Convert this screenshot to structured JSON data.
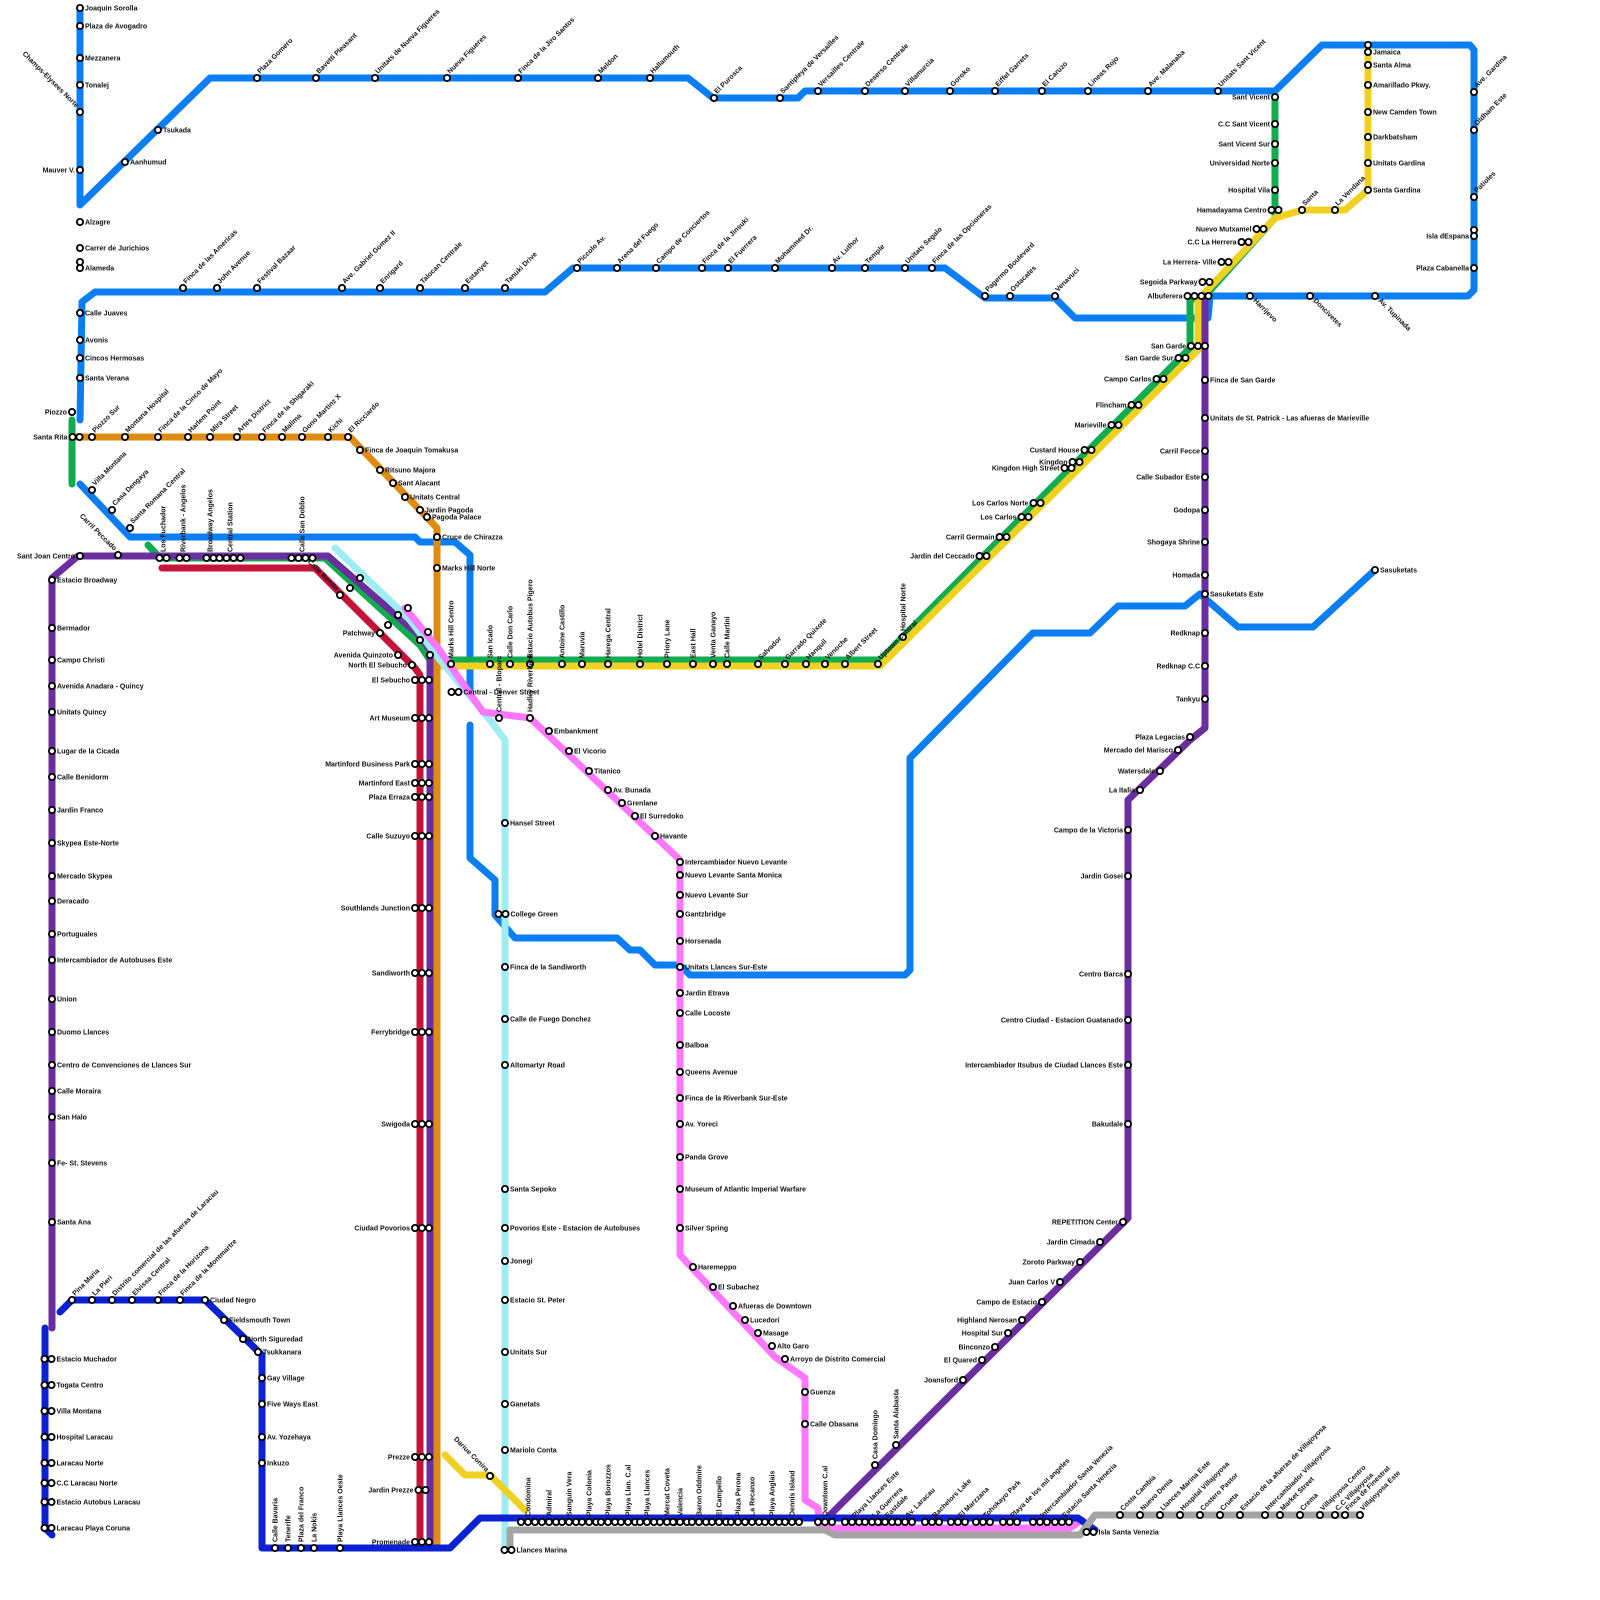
{
  "colors": {
    "blue": "#0a7ef2",
    "skyblue": "#1596ee",
    "green": "#12ab50",
    "orange": "#df8a10",
    "purple": "#6b2e9e",
    "red": "#c4143a",
    "yellow": "#f0d020",
    "lightcyan": "#9ceef4",
    "magenta": "#ff77ff",
    "navy": "#0c22d2",
    "gray": "#a4a4a4"
  },
  "stations": [
    "Joaquin Sorolla",
    "Plaza de Avogadro",
    "Mezzanera",
    "Tonalej",
    "Champs-Elysees Norte",
    "Mauver V.",
    "Alzagre",
    "Carrer de Jurichios",
    "Alameda",
    "Calle Juaves",
    "Avonis",
    "Cincos Hermosas",
    "Santa Verana",
    "Piozzo",
    "Santa Rita",
    "Piozzo Sur",
    "Montana Hospital",
    "Finca de la Cinco de Mayo",
    "Harlem Point",
    "Mira Street",
    "Artes District",
    "Finca de la Shigaraki",
    "Malima",
    "Gono Martinz X",
    "Kichi",
    "El Ricciardo",
    "Finca de Joaquin Tomakusa",
    "Ritsuno Majora",
    "Sant Alacant",
    "Unitats Central",
    "Jardin Pagoda",
    "Pagoda Palace",
    "Cruce de Chirazza",
    "Marks Hill Norte",
    "Marks Hill Centro",
    "San Icado",
    "Calle Don Carlo",
    "Estacio Autobus Pigero",
    "Antoine Castillo",
    "Maruvia",
    "Harega Central",
    "Hotel District",
    "Priory Lane",
    "East Hall",
    "Venta Ganayo",
    "Calle Martini",
    "Salvador",
    "Garrado Quixote",
    "Hanquil",
    "Venoche",
    "Albert Street",
    "Uptown Central",
    "Hospital Norte",
    "Jardin del Ceccado",
    "Carril Germain",
    "Los Carlos",
    "Los Carlos Norte",
    "Kingdon High Street",
    "Kingdon",
    "Custard House",
    "Marieville",
    "Flincham",
    "Campo Carlos",
    "San Garde Sur",
    "San Garde",
    "Albuferera",
    "Segoida Parkway",
    "La Herrera- Ville",
    "C.C La Herrera",
    "Nuevo Mutxamel",
    "Hamadayama Centro",
    "Hospital Vila",
    "Universidad Norte",
    "Sant Vicent Sur",
    "C.C Sant Vicent",
    "Sant Vicent",
    "Santa",
    "La Vendana",
    "Santa Gardina",
    "Unitats Gardina",
    "Darkbatsham",
    "New Camden Town",
    "Amarillado Pkwy.",
    "Santa Alma",
    "Jamaica",
    "Ave. Gardina",
    "Oldham Este",
    "Patioles",
    "Isla dEspana",
    "Plaza Cabanella",
    "Av. Tupinada",
    "Doncivetes",
    "Harrijevo",
    "Finca de San Garde",
    "Unitats de St. Patrick - Las afueras de Marieville",
    "Carril Fecce",
    "Calle Subador Este",
    "Godopa",
    "Shogaya Shrine",
    "Homada",
    "Sasuketats Este",
    "Sasuketats",
    "Redknap",
    "Redknap C.C",
    "Tankyu",
    "Plaza Legacias",
    "Mercado del Marisco",
    "Watersdale",
    "La Italia",
    "Campo de la Victoria",
    "Jardin Gosei",
    "Centro Barca",
    "Centro Ciudad - Estacion Guatanado",
    "Intercambiador Itsubus de Ciudad Llances Este",
    "Bakudale",
    "REPETITION Center",
    "Jardin Cimada",
    "Zoroto Parkway",
    "Juan Carlos V",
    "Campo de Estacio",
    "Highland Nerosan",
    "Hospital Sur",
    "Binconzo",
    "El Quared",
    "Joansford",
    "Tsukada",
    "Aanhumud",
    "Plaza Gomero",
    "Bavetti Pleasant",
    "Unitats de Nueva Figueres",
    "Nueva Figueres",
    "Finca de la Jiro Santos",
    "Meldon",
    "Hallamouth",
    "El Purosca",
    "Santipleya de Versailles",
    "Versailles Centrale",
    "Deserso Centrale",
    "Villamurcia",
    "Goroko",
    "Eiffel Garrets",
    "El Caruzo",
    "Lineas Rojo",
    "Ave. Malanaba",
    "Unitats Sant Vicent",
    "Finca de las Americas",
    "John Avenue",
    "Festival Bazaar",
    "Ave. Gabriel Gomez II",
    "Enrigard",
    "Talocan Centrale",
    "Estanyet",
    "Tanuki Drive",
    "Piccolo Av.",
    "Arena del Fuego",
    "Campo de Conciertos",
    "Finca de la Jinsuki",
    "El Fuerrera",
    "Mohammed Dr.",
    "Av. Luthor",
    "Temple",
    "Unitats Segalo",
    "Finca de las Opcioneras",
    "Pagermo Boulevard",
    "Ostacates",
    "Venavuci",
    "Villa Montana",
    "Casa Dengaya",
    "Santa Romana Central",
    "Carril Peccado",
    "Sant Joan Centro",
    "Estacio Broadway",
    "Los Fuchador",
    "Riverbank - Angelos",
    "Broadway Angelos",
    "Central Station",
    "Calle San Dobbo",
    "Calle Benito",
    "Patchway",
    "Avenida Quinzoto",
    "North El Sebucho",
    "El Sebucho",
    "Central - Denver Street",
    "Bermador",
    "Campo Christi",
    "Avenida Anadara - Quincy",
    "Unitats Quincy",
    "Lugar de la Cicada",
    "Calle Benidorm",
    "Jardin Franco",
    "Skypea Este-Norte",
    "Mercado Skypea",
    "Deracado",
    "Portuguales",
    "Intercambiador de Autobuses Este",
    "Union",
    "Duomo Llances",
    "Centro de Convenciones de Llances Sur",
    "Calle Moraira",
    "San Halo",
    "Fe- St. Stevens",
    "Santa Ana",
    "Art Museum",
    "Martinford Business Park",
    "Martinford East",
    "Plaza Erraza",
    "Calle Suzuyo",
    "Southlands Junction",
    "Sandiworth",
    "Ferrybridge",
    "Swigoda",
    "Ciudad Povorios",
    "Prezze",
    "Jardin Prezze",
    "Promenade",
    "Central - Bloparc",
    "Hansel Street",
    "College Green",
    "Finca de la Sandiworth",
    "Calle de Fuego Donchez",
    "Altomartyr Road",
    "Santa Sepoko",
    "Povorios Este - Estacion de Autobuses",
    "Jonegi",
    "Estacio St. Peter",
    "Unitats Sur",
    "Ganetats",
    "Mariolo Conta",
    "Dariue Conira",
    "Llances Marina",
    "Hadley Riverbank",
    "Embankment",
    "El Vicorio",
    "Titanico",
    "Av. Bunada",
    "Grenlane",
    "El Surredoko",
    "Havante",
    "Intercambiador Nuevo Levante",
    "Nuevo Levante Santa Monica",
    "Nuevo Levante Sur",
    "Gantzbridge",
    "Horsenada",
    "Unitats Llances Sur-Este",
    "Jardin Etrava",
    "Calle Locoste",
    "Balboa",
    "Queens Avenue",
    "Finca de la Riverbank Sur-Este",
    "Av. Yoreci",
    "Panda Grove",
    "Museum of Atlantic Imperial Warfare",
    "Silver Spring",
    "Haremeppo",
    "El Subachez",
    "Afueras de Downtown",
    "Lucedori",
    "Masage",
    "Alto Garo",
    "Arroyo de Distrito Comercial",
    "Guenza",
    "Calle Obasana",
    "Pina Maria",
    "La Pieri",
    "Distrito comercial de las afueras de Laracau",
    "Elvissa Central",
    "Finca de la Horizona",
    "Finca de la Montmartre",
    "Ciudad Negro",
    "Fieldsmouth Town",
    "North Siguredad",
    "Tsukkanara",
    "Gay Village",
    "Five Ways East",
    "Av. Yozehaya",
    "Inkuzo",
    "Estacio Muchador",
    "Togata Centro",
    "Villa Montana",
    "Hospital Laracau",
    "Laracau Norte",
    "C.C Laracau Norte",
    "Estacio Autobus Laracau",
    "Laracau Playa Coruna",
    "Calle Bavaria",
    "Tenerife",
    "Plaza del Franco",
    "La Nokis",
    "Playa Llances Oeste",
    "Condomina",
    "Admiral",
    "Sanguin Vera",
    "Playa Colonia",
    "Playa Borozzos",
    "Playa Llan. C.al",
    "Playa Llances",
    "Mercat Coveta",
    "Valencia",
    "Baron Oddmire",
    "El Campello",
    "Plaza Perona",
    "La Recanxo",
    "Playa Anglais",
    "Dennis Island",
    "Downtown C.al",
    "Playa Llances Este",
    "Casa Domingo",
    "La Guerrera",
    "Santa Alabasta",
    "Eastdale",
    "Av. Laracau",
    "Bachelors Lake",
    "El Marzzana",
    "Tohokayo Park",
    "Playa de los mil angeles",
    "Intercambiador Santa Venezia",
    "Estacio Santa Venezia",
    "Isla Santa Venezia",
    "Costa Cambia",
    "Nuevo Denia",
    "Llances Marina Este",
    "Hospital Villajoyosa",
    "Costero Pastor",
    "Crueta",
    "Estacio de la afueras de Villajoyosa",
    "Intercambiador Villajoyosa",
    "Market Street",
    "Crema",
    "Villajoyosa Centro",
    "C.C Villajoyosa",
    "Finca de Finestrat",
    "Villajoyosa Este"
  ]
}
